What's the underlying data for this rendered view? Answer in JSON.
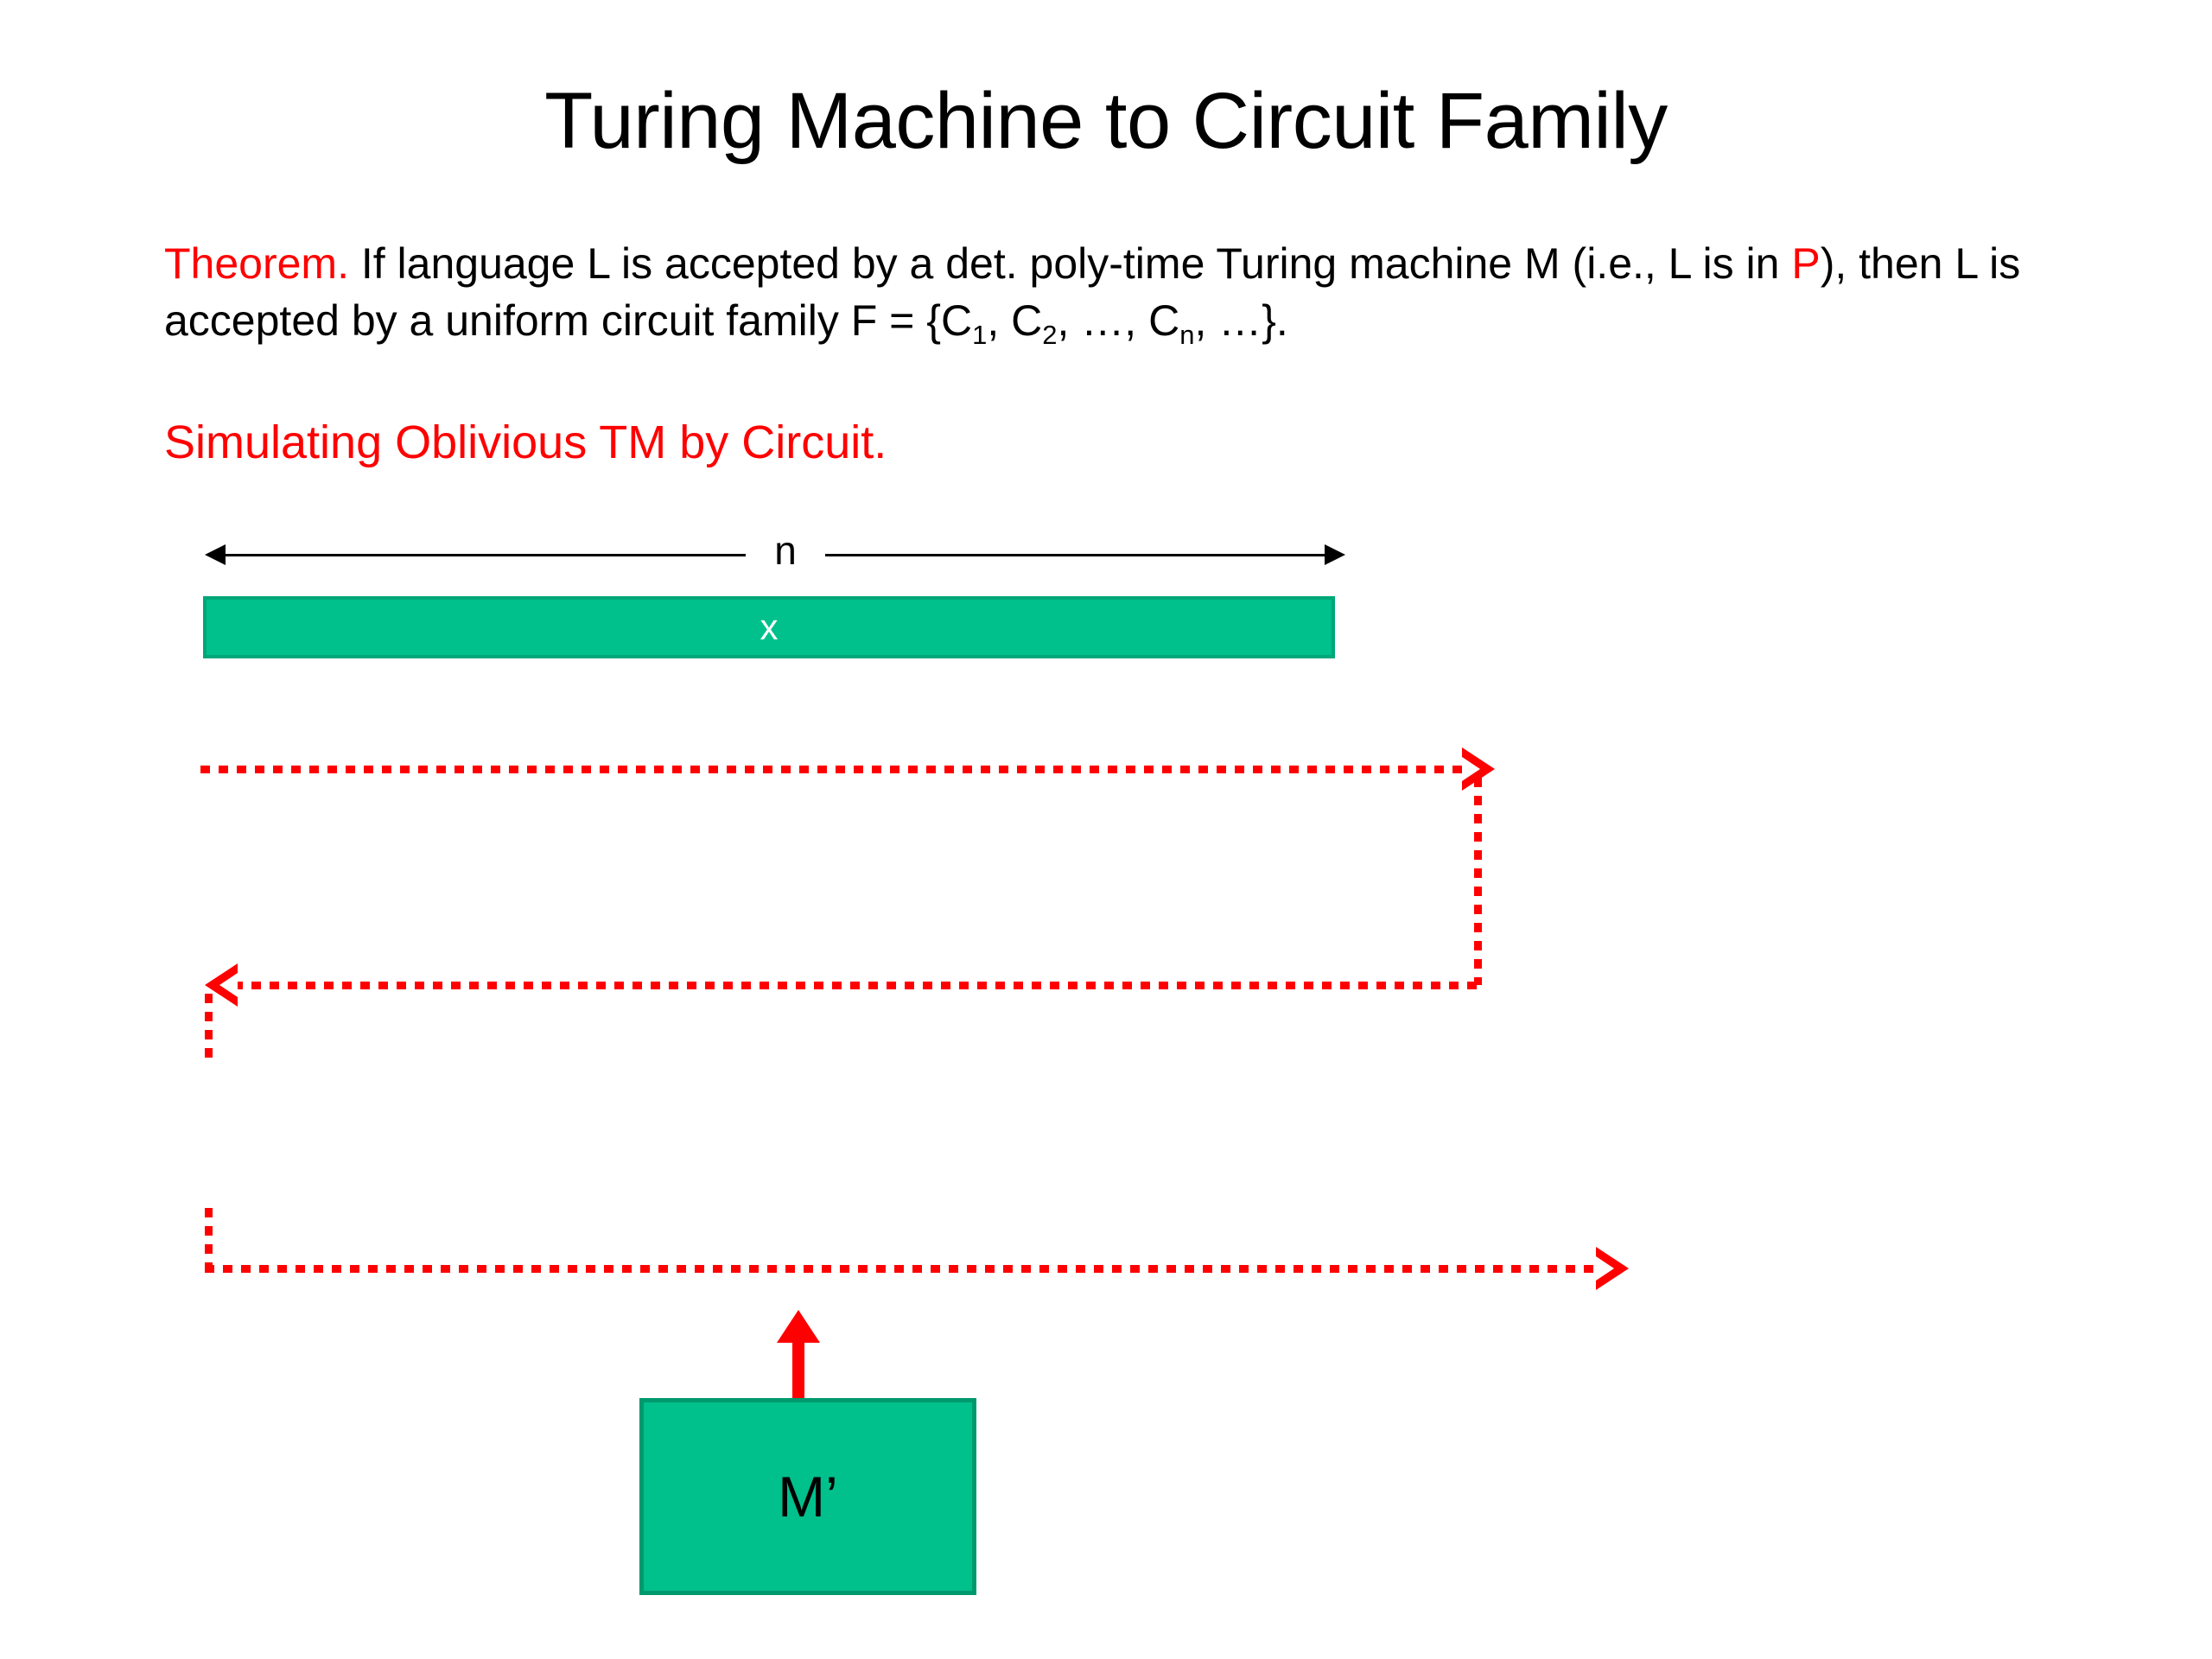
{
  "slide": {
    "title": "Turing Machine to Circuit Family",
    "background_color": "#FFFFFF"
  },
  "theorem": {
    "label": "Theorem.",
    "label_color": "#FF0000",
    "text_part_1": " If language L is accepted by a det. poly-time Turing machine M (i.e., L is in ",
    "complexity_class": "P",
    "complexity_class_color": "#FF0000",
    "text_part_2": "), then L is accepted by a uniform circuit family F = {C",
    "sub_1": "1",
    "sep_1": ", C",
    "sub_2": "2",
    "sep_2": ", …, C",
    "sub_n": "n",
    "text_part_3": ", …}."
  },
  "subheading": {
    "text": "Simulating Oblivious TM by Circuit.",
    "color": "#FF0000"
  },
  "diagram": {
    "length_label": "n",
    "tape_label": "x",
    "tape_color": "#00C08C",
    "tape_border_color": "#00A778",
    "tape_label_color": "#FFFFFF",
    "machine_label": "M’",
    "machine_color": "#00C08C",
    "machine_border_color": "#00996E",
    "machine_label_color": "#000000",
    "path_color": "#FF0000",
    "measure_color": "#000000"
  }
}
